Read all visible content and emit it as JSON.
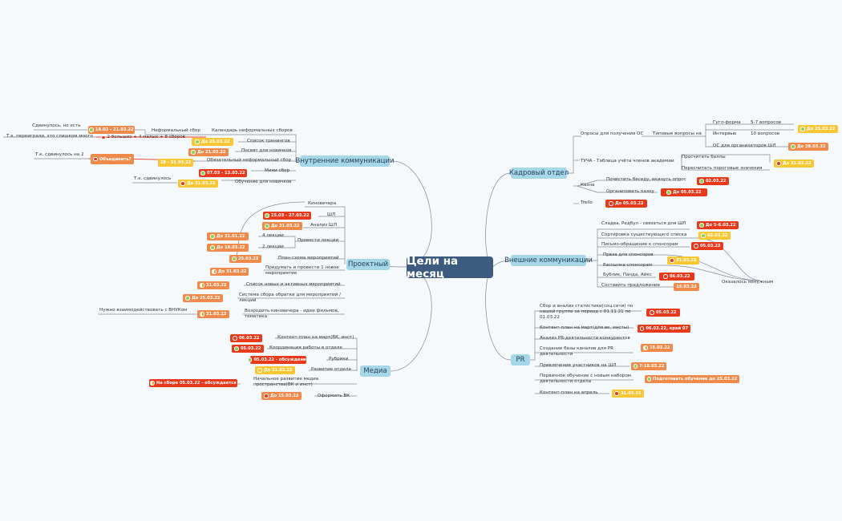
{
  "center": {
    "label": "Цели на месяц"
  },
  "branches": {
    "internal": "Внутренние коммуникации",
    "project": "Проектный",
    "media": "Медиа",
    "hr": "Кадровый отдел",
    "external": "Внешние коммуникации",
    "pr": "PR"
  },
  "internal": {
    "calendar": "Календарь неформальных сборов",
    "informal": "Неформальный сбор",
    "big_small": "2 больших + 4 малых + 8 сборов",
    "trainers": "Список тренингов",
    "newbies_visit": "Посвят для новичков",
    "mandatory": "Обязательный неформальный сбор",
    "mini": "Мини сбор",
    "training": "Обучение для новичков",
    "b_informal": "18.03 - 21.03.22",
    "b_trainers": "До 25.03.22",
    "b_visit": "До 21.03.22",
    "b_merge": "Объединить?",
    "b_mandatory": "28 - 31.03.22",
    "b_mini": "07.03 - 13.03.22",
    "b_training": "До 31.03.22",
    "n_shifted": "Сдвинулось, но есть",
    "n_overdid": "Т.к. переиграли, это слишком много",
    "n_shifted2": "Т.к. сдвинулось на 2",
    "n_shifted3": "Т.к. сдвинулось"
  },
  "project": {
    "kino": "Киновечера",
    "shl": "ШЛ",
    "analysis_shl": "Анализ ШЛ",
    "lectures": "Провести лекции",
    "lect4": "4.лекции",
    "lect2": "2.лекции",
    "plan": "План-схема мероприятий",
    "invent": "Придумать и провести 1 новое мероприятие",
    "list_new": "Список новых и активных мероприятий",
    "feedback": "Система сбора обратки для мероприятий / лекций",
    "revive": "Возродить киновечера - идеи фильмов, тематика",
    "b_shl": "25.03 - 27.03.22",
    "b_analysis": "До 31.03.22",
    "b_lect4": "До 31.01.22",
    "b_lect2": "До 18.03.22",
    "b_plan": "25.03.22",
    "b_invent": "До 31.03.22",
    "b_list": "31.03.22",
    "b_feedback": "До 25.03.22",
    "b_revive": "31.03.22",
    "n_vnuk": "Нужно взаимодействовать с ВНУКом"
  },
  "media": {
    "content_march": "Контент-план на март(ВК, инст)",
    "coord": "Координация работы в отделе",
    "rubrics": "Рубрики",
    "develop": "Развитие отдела",
    "initial": "Начальное развитие медиа пространства(ВК и инст)",
    "design": "Оформить ВК",
    "b_content": "06.03.22",
    "b_coord": "05.03.22",
    "b_rubrics": "05.03.22 - обсуждение",
    "b_develop": "До 31.03.22",
    "b_initial": "На сборе 05.03.22 - обсуждается",
    "b_design": "До 15.03.22"
  },
  "hr": {
    "surveys": "Опросы для получения ОС",
    "typical": "Типовые вопросы на",
    "google": "Гугл-форма",
    "q57": "5-7 вопросов",
    "interview": "Интервью",
    "q10": "10 вопросов",
    "os_org": "ОС для организаторов ШЛ",
    "tucha": "ТУЧА - Таблица учёта членов академии",
    "count": "Просчитать баллы",
    "recount": "Пересчитать пороговые значения",
    "kazna": "Казна",
    "clean": "Почистить беседу, вкинуть опрос",
    "organize": "Организовать казну",
    "trello": "Trello",
    "b_google": "До 25.03.22",
    "b_os": "До 28.03.22",
    "b_count": "До 31.03.22",
    "b_clean": "02.03.22",
    "b_organize": "До 05.03.22",
    "b_trello": "До 05.03.22"
  },
  "external": {
    "sladya": "Сладва, Редбул - связаться для ШЛ",
    "sort": "Сортировка существующего списка",
    "letter": "Письмо-обращение к спонсорам",
    "preza": "Преза для спонсоров",
    "rassylka": "Рассылка спонсорам",
    "bublik": "Бублик, Панда, Айкс",
    "compose": "Составить предложение",
    "b_sladya": "До 5-6.03.22",
    "b_sort": "03.03.22",
    "b_letter": "05.03.22",
    "b_preza": "31.03.22",
    "b_bublik": "06.03.22",
    "b_compose": "15.03.22",
    "n_unneeded": "Оказалось ненужным"
  },
  "pr": {
    "stats": "Сбор и анализ статистики(соц.сети) по нашей группе за период с 01.11.21 по 01.03.22",
    "content": "Контент-план на март(для вк, инсты)",
    "analysis": "Анализ PR-деятельности конкурентов",
    "base": "Создание базы каналов для PR деятельности",
    "attract": "Привлечение участников на ШЛ",
    "training": "Первичное обучение с новым набором деятельности отдела",
    "april": "Контент-план на апрель",
    "b_stats": "05.03.22",
    "b_content": "06.03.22, край 07",
    "b_base": "15.03.22",
    "b_attract": "7-18.03.22",
    "b_training": "Подготовить обучение до 25.03.22",
    "b_april": "31.03.22"
  }
}
